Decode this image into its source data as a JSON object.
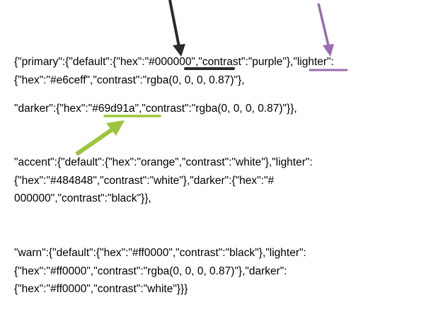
{
  "lines": [
    "{\"primary\":{\"default\":{\"hex\":\"#000000\",\"contrast\":\"purple\"},\"lighter\":",
    "{\"hex\":\"#e6ceff\",\"contrast\":\"rgba(0, 0, 0, 0.87)\"},",
    "\"darker\":{\"hex\":\"#69d91a\",\"contrast\":\"rgba(0, 0, 0, 0.87)\"}},",
    "\"accent\":{\"default\":{\"hex\":\"orange\",\"contrast\":\"white\"},\"lighter\":",
    "{\"hex\":\"#484848\",\"contrast\":\"white\"},\"darker\":{\"hex\":\"#",
    "000000\",\"contrast\":\"black\"}},",
    "\"warn\":{\"default\":{\"hex\":\"#ff0000\",\"contrast\":\"black\"},\"lighter\":",
    "{\"hex\":\"#ff0000\",\"contrast\":\"rgba(0, 0, 0, 0.87)\"},\"darker\":",
    "{\"hex\":\"#ff0000\",\"contrast\":\"white\"}}}"
  ],
  "annotation_colors": {
    "black": "#2b2b2b",
    "purple": "#9b6bb0",
    "green": "#9cc53c"
  }
}
